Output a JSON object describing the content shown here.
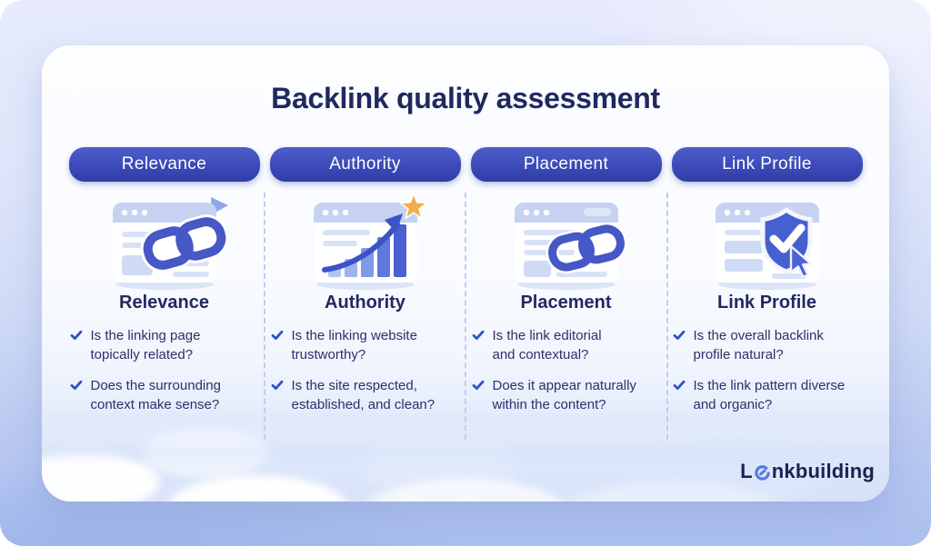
{
  "title": "Backlink quality assessment",
  "columns": [
    {
      "header": "Relevance",
      "subtitle": "Relevance",
      "icon": "webpage-link-icon",
      "bullets": [
        "Is the linking page\ntopically related?",
        "Does the surrounding\ncontext make sense?"
      ]
    },
    {
      "header": "Authority",
      "subtitle": "Authority",
      "icon": "growth-chart-star-icon",
      "bullets": [
        "Is the linking website\ntrustworthy?",
        "Is the site respected,\nestablished, and clean?"
      ]
    },
    {
      "header": "Placement",
      "subtitle": "Placement",
      "icon": "in-content-link-icon",
      "bullets": [
        "Is the link editorial\nand contextual?",
        "Does it appear naturally\nwithin the content?"
      ]
    },
    {
      "header": "Link Profile",
      "subtitle": "Link Profile",
      "icon": "shield-check-cursor-icon",
      "bullets": [
        "Is the overall backlink\nprofile natural?",
        "Is the link pattern diverse\nand organic?"
      ]
    }
  ],
  "logo": {
    "prefix": "L",
    "suffix": "nkbuilding",
    "icon": "link-ring-icon"
  },
  "colors": {
    "accent_pill": "#3b4ab8",
    "title_text": "#20295f",
    "body_text": "#2b3169",
    "check": "#2d52c8",
    "icon_indigo": "#4657c6",
    "star_gold": "#f0ad49",
    "card_bg": "#fbfcff",
    "outer_bg": "#dfe5f9"
  }
}
